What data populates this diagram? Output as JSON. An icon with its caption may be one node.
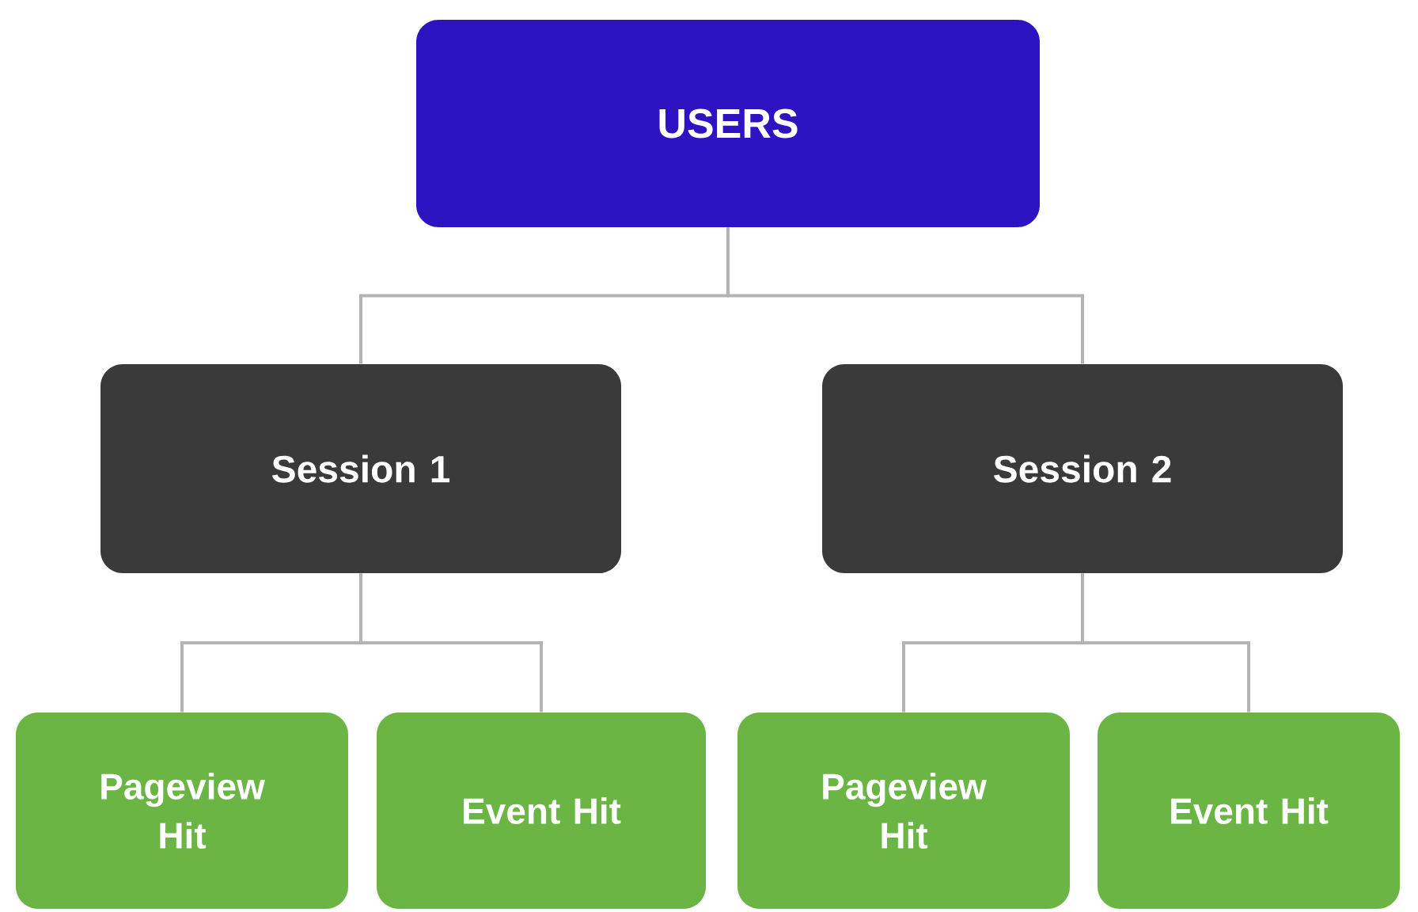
{
  "diagram": {
    "nodes": [
      {
        "text": [
          "USERS"
        ]
      },
      {
        "text": [
          "Session 1"
        ]
      },
      {
        "text": [
          "Session 2"
        ]
      },
      {
        "text": [
          "Pageview Hit"
        ]
      },
      {
        "text": [
          "Event Hit"
        ]
      },
      {
        "text": [
          "Pageview Hit"
        ]
      },
      {
        "text": [
          "Event Hit"
        ]
      }
    ],
    "edges": [
      {
        "from": 0,
        "to": 1,
        "arrow": "none"
      },
      {
        "from": 0,
        "to": 2,
        "arrow": "none"
      },
      {
        "from": 1,
        "to": 3,
        "arrow": "none"
      },
      {
        "from": 1,
        "to": 4,
        "arrow": "none"
      },
      {
        "from": 2,
        "to": 5,
        "arrow": "none"
      },
      {
        "from": 2,
        "to": 6,
        "arrow": "none"
      }
    ]
  }
}
